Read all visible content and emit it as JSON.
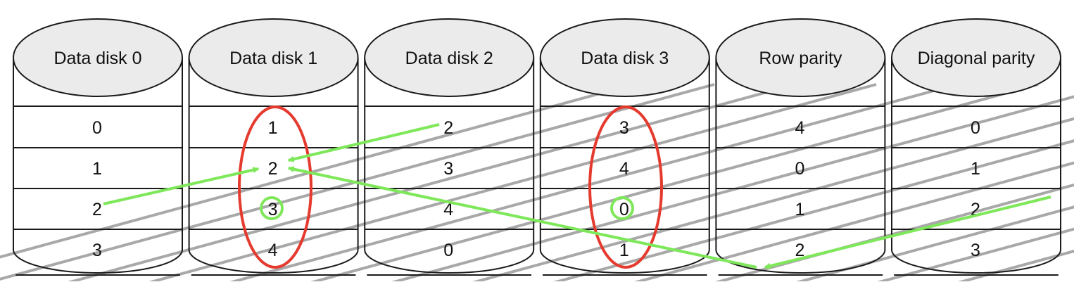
{
  "disks": [
    {
      "label": "Data disk 0",
      "blocks": [
        "0",
        "1",
        "2",
        "3"
      ]
    },
    {
      "label": "Data disk 1",
      "blocks": [
        "1",
        "2",
        "3",
        "4"
      ]
    },
    {
      "label": "Data disk 2",
      "blocks": [
        "2",
        "3",
        "4",
        "0"
      ]
    },
    {
      "label": "Data disk 3",
      "blocks": [
        "3",
        "4",
        "0",
        "1"
      ]
    },
    {
      "label": "Row parity",
      "blocks": [
        "4",
        "0",
        "1",
        "2"
      ]
    },
    {
      "label": "Diagonal parity",
      "blocks": [
        "0",
        "1",
        "2",
        "3"
      ]
    }
  ],
  "failed_disks": [
    "Data disk 1",
    "Data disk 3"
  ],
  "colors": {
    "disk_fill": "#ebebeb",
    "outline": "#1a1a1a",
    "failed_oval": "#e53a2e",
    "recovery_arrow": "#7ee85a",
    "diagonal_line": "#a8a8a8"
  }
}
